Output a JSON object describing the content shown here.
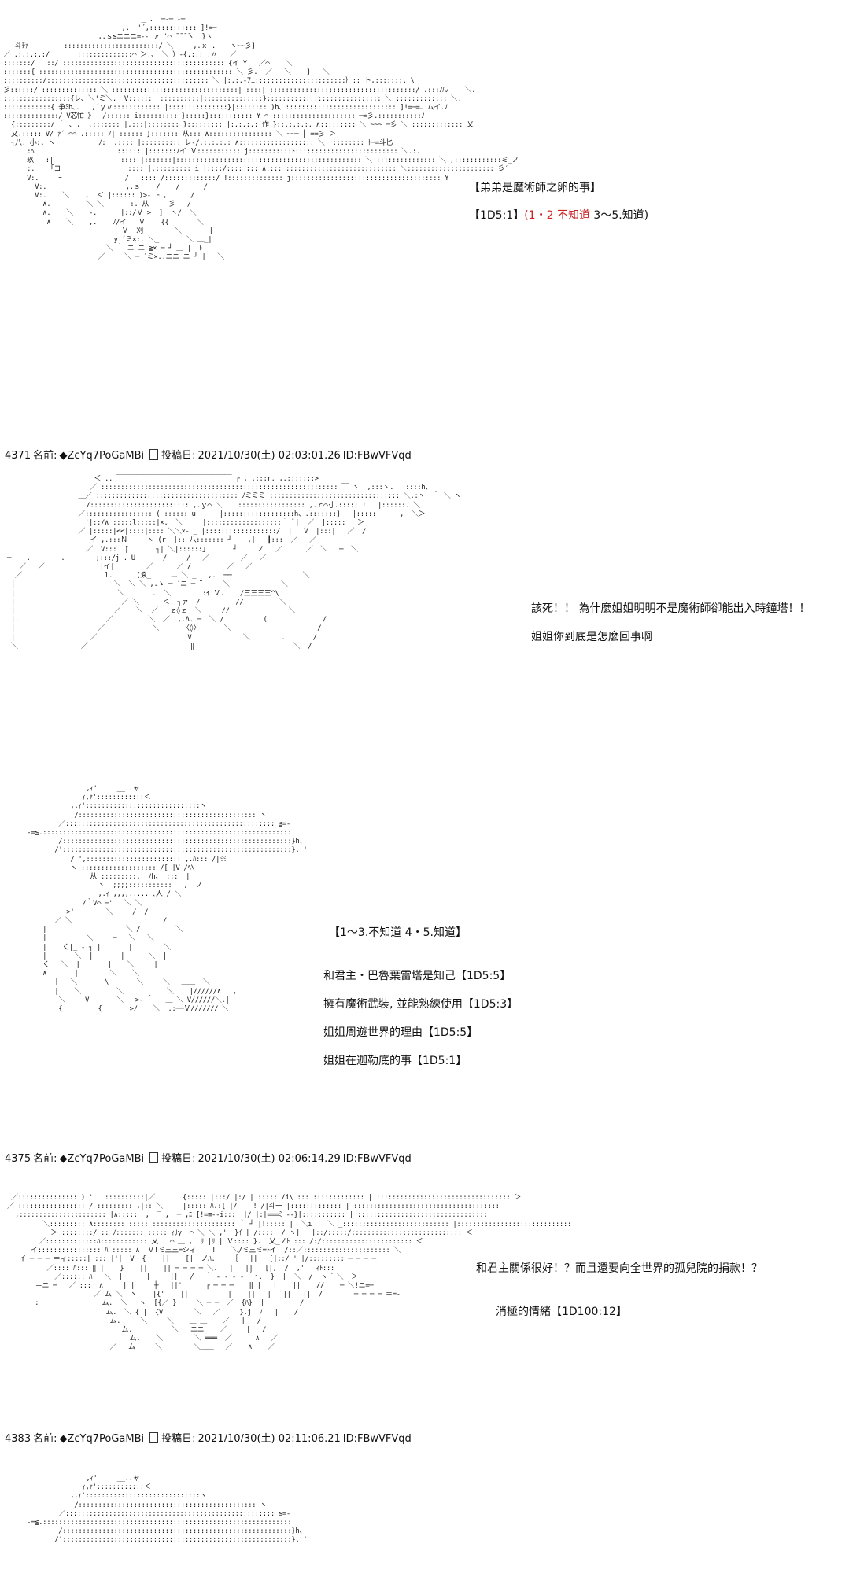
{
  "block1": {
    "art": "                                   _ .  ─‐─ ‐─\n                              ,.  '´,:::::::::::: ]!=─\n                        ,.ｓ≦ニニニ=-‐ ァ '⌒ ̄ ̄ ̄ ̄ヽ  }ヽ\n   斗ﾁｧ         ::::::::::::::::::::::::/ ＼     ,.ｘ―.  ￣ヽ~~彡}\n／ .:.:.:.:/       ::::::::::::::⌒ ＞.、 ＼ ）-{.:.: .〃   ／\n:::::::/   ::/ ::::::::::::::::::::::::::::::::::::::::: {イ Y   ／⌒    ＼\n:::::::{ ::::::::::::::::::::::::::::::::::::::::::::::::: ＼ 彡.  ／   ＼    }   ＼\n::::::::::/::::::::::::::::::::::::::::::::::::::::: ＼ |:.:.-7i:::::::::::::::::::::::｝:: ト,:::::::. \\\n彡::::::/ :::::::::::::: ＼ ::::::::::::::::::::::::::::::::| ::::| :::::::::::::::::::::::::::::::::::::/ .:::ﾉﾊﾉ    ＼.\n:::::::::::::::::{レ､ ＼'ミ＼.  V::::::  ::::::::::|:::::::::::::::}::::::::::::::::::::::::::::: ＼ ::::::::::::: ＼.\n::::::::::::{ 争ﾐh､.   ,´ｙ〃:::::::::::: |:::::::::::::::}|:::::::: )h、:::::::::::::::::::::::::::: ]!=─=ﾆ ムイ.ﾉ\n::::::::::::::/ V芯忙 》  /:::::: i:::::::::: }:::::}::::::::::: Y ⌒ ::::::::::::::::::::: ─=彡.:::::::::::ﾉ\n  {:::::::::/ ｀ ､ ,  .::::::: |.:::|:::::::: }::::::::: |:.:.:.: 作 }::.:.:.:. ∧::::::::: ＼ ~~~ ─彡 ＼ ::::::::::::: 乂\n  乂.::::: V/ ｧ´ ⌒⌒ .::::: ﾉ| :::::: }::::::: 从::: ∧:::::::::::::::: ＼ ~~─ ┃ ==彡 ＞\n  ┐八. 小:. ヽ           ﾉ:  .:::: |:::::::::: レ-/.:.:.:.: ∧::::::::::::::::::: ＼  :::::::: ﾄ─=斗匕\n      :ﾍ                     :::::: |:::::::ﾉイ Ｖ::::::::::: j:::::::::::ﾄ:::::::::::::::::::::::::: ＼.:.\n      玖   :|                 :::: |:::::::|::::::::::::::::::::::::::::::::::::::::::::::: ＼ ::::::::::::::: ＼ ,::::::::::::ミ_ノ\n      :.    ｢コ                 :::: |.::::::::: i |::::/:::: ;:: ∧:::: :::::::::::::::::::::::::::: ＼:::::::::::::::::::::: 彡′\n      V:.     ｰ                /   :::: /:::::::::::::/ !:::::::::::::: j:::::::::::::::::::::::::::::::::::::: Y\n        V:.                    ,.ｓ    /    /      /\n        V:.    ＼    ,  ＜ |:::::: )>‐ ┌.,      /\n          ∧.         ＼ ＼     ｜:. 从     彡   /\n          ∧.    ＼    ‐.      |::/Ｖ >  ]  ヽ/  ＼\n           ∧    ＼    ,.    ﾉ/イ   Ｖ    {{       ＼\n                              Ｖ  刈        ＼       |\n                            y ´ミ×:. ＼_       ＼ ＿_|\n                          ＼ ｀ ニ ニ ≧× ─ ┘ ＿ |  ﾄ\n                        ／     ＼ ─ ´ミ×..ニニ ニ ┘ |   ＼",
    "caption_title": "【弟弟是魔術師之卵的事】",
    "caption_roll": "【1D5:1】",
    "caption_result": "(1・2 不知道",
    "caption_result_rest": "3～5.知道)"
  },
  "post1": {
    "number": "4371",
    "name_label": "名前:",
    "trip": "◆ZcYq7PoGaMBi",
    "date_label": "投稿日:",
    "date": "2021/10/30(土) 02:03:01.26",
    "id": "ID:FBwVFVqd"
  },
  "block2": {
    "art": "                       ＜ .. ￣￣￣￣￣￣￣￣￣￣￣￣￣￣￣￣￣ ┌ , .:::r. ,.:::::::>\n                      ／ :::::::::::::::::::::::::::::::::::::::::::::::::::::::::::: ￣ ヽ  ,:::ヽ.   ::::h、\n                   ＿／ :::::::::::::::::::::::::::::::::::: ﾉミミミ ::::::::::::::::::::::::::::::::: ＼.:ヽ  ｀ ＼ ヽ\n                     /::::::::::::::::::::::::: ,.ｙ⌒ ＼    ::::::::::::::::: ,.ｒ⌒寸.::::: !   |::::::. ＼\n                   ／::::::::::::::::: ( :::::: u      |::::::::::::::::::h、.:::::::}   |:::::|     ,  ＼＞\n                  ＿ '|::/∧ :::::l:::::|×.  ＼     |:::::::::::::::::::｀ ﾞ|  ／  |:::::   ＞\n                   ／ |:::::|<<|::::|:::: ＼＼×- _ |::::::::::::::::::/  |   V  |:::|   ／  /\n                      イ ,.:::Ｎ     ヽ (r__|:: 八::::::: ┘    ,|   ┃:::  ／   ／\n                     ／  V:::  ̄|       ┐| ＼|::::::｣       ┘     ノ   ／      ／  ＼   ─  ＼\n ─    ．       ．       ;:::/j . U       /     /   ／        ／   ／\n    ／   ／              |イ|        ／      ／ /         ／   ／\n   ／                     l.      (ゑ_     ニ ＼ _   ,.  ──                  ＼\n  |                         ＼  ＼ ＼ ,.ゝ ─ ´ニ ─ ¨     ＼             ＼\n  |                          ＼       .  ＼        :ｲ Ｖ.    /三三三三^\\\n  |                           ／ ＼      ＜  ┐ァ  /         //         ＼\n  |                         ／    ＼  ／   ｚ◊ｚ  ＼     //               ＼\n  |.                      ／         ＼  ／  ,.Λ. ─  ＼ /          (              /\n  |                     ／            ＼      〈◊〉      ＼                      /\n  |                   ／                       V             ＼        .       /\n  ＼                ／                          ‖                         ＼  /",
    "line1": "該死！！ 為什麼姐姐明明不是魔術師卻能出入時鐘塔！！",
    "line2": "姐姐你到底是怎麼回事啊"
  },
  "block3": {
    "art": "                     ,ｨ'     __..ャ\n                    ｨ,ｧ'::::::::::::＜\n                 ,.ｨ':::::::::::::::::::::::::::::ヽ\n                  /::::::::::::::::::::::::::::::::::::::::::::: ヽ\n              ／::::::::::::::::::::::::::::::::::::::::::::::::::::: ≦=-\n      -=≦.:::::::::::::::::::::::::::::::::::::::::::::::::::::::::::::::\n              /::::::::::::::::::::::::::::::::::::::::::::::::::::::::::}h、\n             /'::::::::::::::::::::::::::::::::::::::::::::::::::::::::::}. '\n                 / ',:::::::::::::::::::::::: ,.ﾊ::: /|ﾐﾐ\n                 ヽ ::::::::::::::::::: /[_|V /ﾍ\\\n                      从 :::::::::.  ﾉh、 :::  |\n                        ヽ  ;;;;:::::::::::   ,  ノ\n                        ,.ｨ ,,,,..... ､人_/ ＼\n                    /｀V⌒ ─'   ＼ ＼\n                >'        ＼     /  /\n             ／ ＼                       /\n          |                    ＼ /         ＼\n          |          ＼     ─   ＼   ＼\n          |    く|_ ‐ ┐ |       |        ＼\n          |       ＼  |       |      ＼  |\n          く   ＼  |       |    ＼     |\n          ∧       |        ＼    ＼\n             |   ＼       \\       ＼     ＼   ＿＿  ＼\n             |    ＼         ＼           ＼    |//////∧   ,\n              ＼     V       ＼   >‐ ｀   ＿ ＼ V//////＼.|\n              {         {       >/    ＼  .:──Ｖ/////// ＼",
    "heading": "【1～3.不知道  4・5.知道】",
    "lines": [
      "和君主・巴魯葉雷塔是知己【1D5:5】",
      "擁有魔術武裝, 並能熟練使用【1D5:3】",
      "姐姐周遊世界的理由【1D5:5】",
      "姐姐在迦勒底的事【1D5:1】"
    ]
  },
  "post2": {
    "number": "4375",
    "name_label": "名前:",
    "trip": "◆ZcYq7PoGaMBi",
    "date_label": "投稿日:",
    "date": "2021/10/30(土) 02:06:14.29",
    "id": "ID:FBwVFVqd"
  },
  "block4": {
    "art": "  ／::::::::::::::: ) '   ::::::::::|／       {::::: |:::/ |:/ | ::::: /i\\ ::: ::::::::::::: | :::::::::::::::::::::::::::::::::: ＞\n ／ ::::::::::::::::: / ::::::::: ,|:: ＼     |::::: ﾊ.:{ |/    ! /|斗一 |::::::::::::: | :::::::::::::::::::::::::::::::::::::\n   ,:::::::::::::::::::::: |∧:::::  ,  ‾ ,_ ─ ,ﾆ [!=≡‐‐i:::  |/ |:|===ﾐ ‐‐}|::::::::::: | :::::::::::::::::::::::::::::::::\n          ＼::::::::: ∧:::::::: ::::: ::::::::::::::::::::: ｀ ┘ |!::::: |  ＼i    ＼ _::::::::::::::::::::::::::: |:::::::::::::::::::::::::::::\n            ＞ ::::::::/ :: ﾉ::::::: ::::: ｨﾘy  ⌒ ＼ ＼ ,'  }ｲ | /::::  / ヽ|   |::/:::::/:::::::::::::::::::::::::::: ＜\n         ／:::::::::::::ﾊ:::::::::::: 乂   ⌒ ＿ ,  ﾘ |ﾘ | Ｖ:::: }.  乂_ノﾄ ::: /:/::::::::::::::::::::::: ＜\n       イ:::::::::::::::: ﾊ ::::: ∧  Ｖ!ミ三三=シィ    !    ＼/ミ三ミ=ﾄイ  /::／:::::::::::::::::::::: ＼\n    イ ─ ─ ─ ＝ィ:::::| ::: |'|  V  {    ||    [|  ノﾊ.    ｛   ||   [|::/ ' |/::::::::: ─ ─ ─ ─\n           ／:::: ﾊ::: ‖ |    }    ||    || ─ ─ ─ ─ ＼.   |   ||   [|,  /  ,'   ｨﾄ:::\n             ／:::::: ﾊ   ＼  |      |     ||   ╱   ｀ ‐ ‐ ‐ ‐ ｀j.  }  |  ＼  /  ヽ  ゙ ＼  ＞\n ＿＿ ＿ ＝ニ ─   ／ :::  ∧     | |     ╫   ||'      ┌ ─ ─ ─    ‖ |   ||   ||    //    ─ ＼!ニ=─ ＿＿＿＿＿\n                       ／ ム ＼  ヽ    |{'    ||          |    ||   |   ||   ||  /        ─ ─ ─ ─ ＝=-\n        :                ム.  ＼   ヽ  [{／ }     ＼ ─ ─  ／  {ﾊ}  |    |    /\n                          ム.  ＼ { |  {V        ＼   ／     }.j  ﾉ   |    /\n                           ム.     ＼  |  ＼    ＿ ＿    ／   |   /\n                              ム.          ＼   ニニ    ／     |   /\n                                ム.    ＼        ＼ ═══  ／      ∧   ／\n                           ／   ム     ＼        ＼＿＿   ／    ∧    ／",
    "line1": "和君主關係很好！？而且還要向全世界的孤兒院的捐款！？",
    "line2": "消極的情緒【1D100:12】"
  },
  "post3": {
    "number": "4383",
    "name_label": "名前:",
    "trip": "◆ZcYq7PoGaMBi",
    "date_label": "投稿日:",
    "date": "2021/10/30(土) 02:11:06.21",
    "id": "ID:FBwVFVqd"
  },
  "block5": {
    "art": "                     ,ｨ'     __..ャ\n                    ｨ,ｧ'::::::::::::＜\n                 ,.ｨ':::::::::::::::::::::::::::::ヽ\n                  /::::::::::::::::::::::::::::::::::::::::::::: ヽ\n              ／::::::::::::::::::::::::::::::::::::::::::::::::::::: ≦=-\n      -=≦.:::::::::::::::::::::::::::::::::::::::::::::::::::::::::::::::\n              /::::::::::::::::::::::::::::::::::::::::::::::::::::::::::}h、\n             /'::::::::::::::::::::::::::::::::::::::::::::::::::::::::::}. '"
  }
}
